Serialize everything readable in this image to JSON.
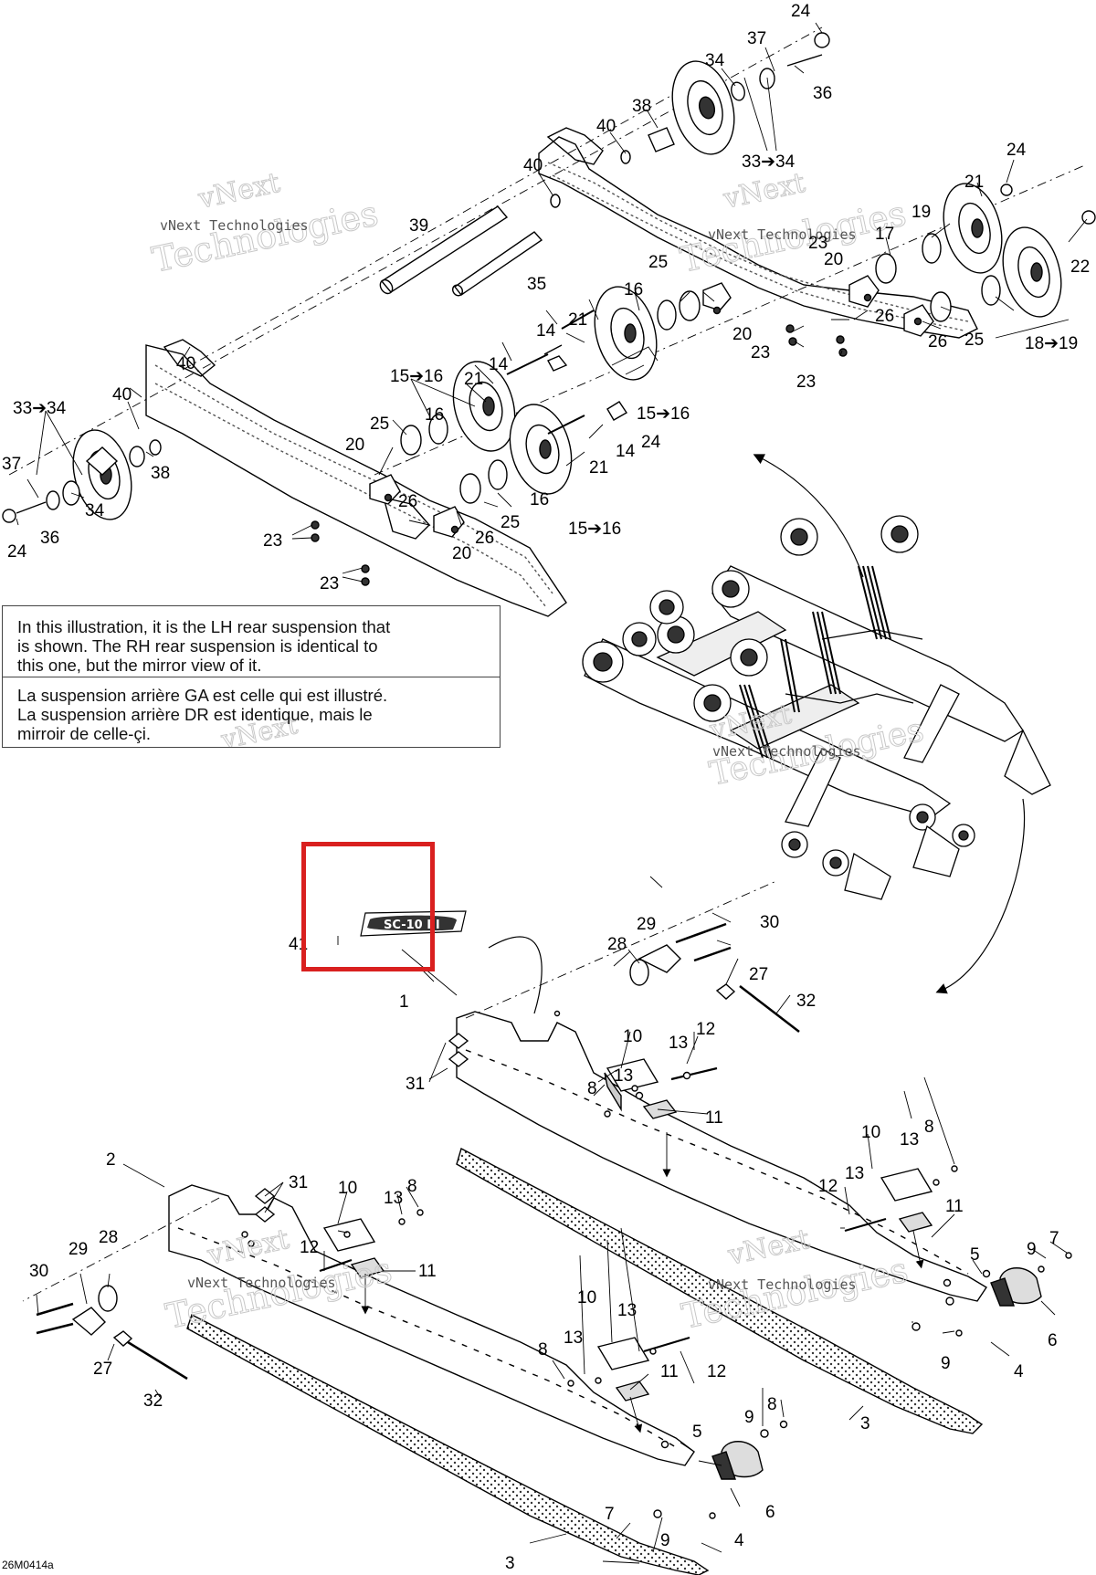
{
  "note": {
    "en": "In this illustration, it is the LH rear suspension that\nis shown. The RH rear suspension is identical to\nthis one, but the mirror view of it.",
    "fr": "La suspension arrière GA est celle qui est illustré.\nLa suspension arrière DR est identique, mais le\nmirroir de celle-çi."
  },
  "watermark": {
    "company_small": "vNext Technologies",
    "line1": "vNext",
    "line2": "Technologies"
  },
  "document_id": "26M0414a",
  "logo_text": "SC-10 III",
  "highlight_color": "#d9201f",
  "callouts": {
    "c24a": "24",
    "c37a": "37",
    "c34a": "34",
    "c36a": "36",
    "c38a": "38",
    "c40a": "40",
    "c3334a": "33➔34",
    "c40b": "40",
    "c24b": "24",
    "c21a": "21",
    "c19a": "19",
    "c23a": "23",
    "c17": "17",
    "c20a": "20",
    "c22": "22",
    "c39": "39",
    "c35": "35",
    "c25a": "25",
    "c16a": "16",
    "c26a": "26",
    "c26b": "26",
    "c25b": "25",
    "c20b": "20",
    "c23b": "23",
    "c1819": "18➔19",
    "c23c": "23",
    "c21b": "21",
    "c14a": "14",
    "c1516a": "15➔16",
    "c14b": "14",
    "c40c": "40",
    "c1516b": "15➔16",
    "c21c": "21",
    "c16b": "16",
    "c3334b": "33➔34",
    "c40d": "40",
    "c25c": "25",
    "c24c": "24",
    "c14c": "14",
    "c20c": "20",
    "c21d": "21",
    "c37b": "37",
    "c38b": "38",
    "c26c": "26",
    "c16c": "16",
    "c34b": "34",
    "c36b": "36",
    "c24d": "24",
    "c25d": "25",
    "c1516c": "15➔16",
    "c23d": "23",
    "c26d": "26",
    "c20d": "20",
    "c23e": "23",
    "c41": "41",
    "c29a": "29",
    "c30a": "30",
    "c28a": "28",
    "c27a": "27",
    "c1": "1",
    "c32a": "32",
    "c10a": "10",
    "c13a": "13",
    "c12a": "12",
    "c13b": "13",
    "c31a": "31",
    "c8a": "8",
    "c11a": "11",
    "c10b": "10",
    "c13c": "13",
    "c8b": "8",
    "c2": "2",
    "c31b": "31",
    "c13d": "13",
    "c12b": "12",
    "c11b": "11",
    "c10c": "10",
    "c8c": "8",
    "c13e": "13",
    "c28b": "28",
    "c29b": "29",
    "c12c": "12",
    "c30b": "30",
    "c11c": "11",
    "c5a": "5",
    "c9a": "9",
    "c7a": "7",
    "c10d": "10",
    "c13f": "13",
    "c6a": "6",
    "c27b": "27",
    "c13g": "13",
    "c8d": "8",
    "c12d": "12",
    "c9b": "9",
    "c4a": "4",
    "c11d": "11",
    "c32b": "32",
    "c3a": "3",
    "c5b": "5",
    "c9c": "9",
    "c8e": "8",
    "c7b": "7",
    "c9d": "9",
    "c4b": "4",
    "c6b": "6",
    "c3b": "3"
  }
}
